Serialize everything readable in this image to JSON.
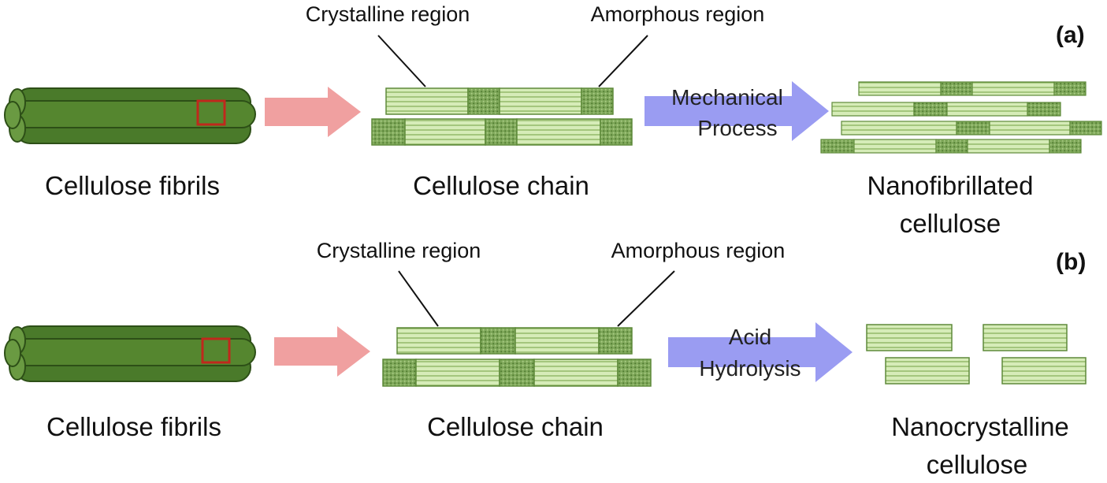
{
  "panels": [
    {
      "id": "a",
      "label": "(a)",
      "fibril_label": "Cellulose fibrils",
      "chain_label": "Cellulose chain",
      "crystalline_label": "Crystalline region",
      "amorphous_label": "Amorphous region",
      "process_line1": "Mechanical",
      "process_line2": "Process",
      "product_line1": "Nanofibrillated",
      "product_line2": "cellulose"
    },
    {
      "id": "b",
      "label": "(b)",
      "fibril_label": "Cellulose fibrils",
      "chain_label": "Cellulose chain",
      "crystalline_label": "Crystalline region",
      "amorphous_label": "Amorphous region",
      "process_line1": "Acid",
      "process_line2": "Hydrolysis",
      "product_line1": "Nanocrystalline",
      "product_line2": "cellulose"
    }
  ],
  "colors": {
    "fibril": "#4a7a2a",
    "fibril_dark": "#2d4f17",
    "highlight_box": "#c0281c",
    "crystalline_fill": "#d6ecb8",
    "crystalline_line": "#6f9a45",
    "amorphous_fill": "#6e9a4a",
    "pink_arrow": "#f0a0a0",
    "blue_arrow": "#9a9cf2"
  }
}
